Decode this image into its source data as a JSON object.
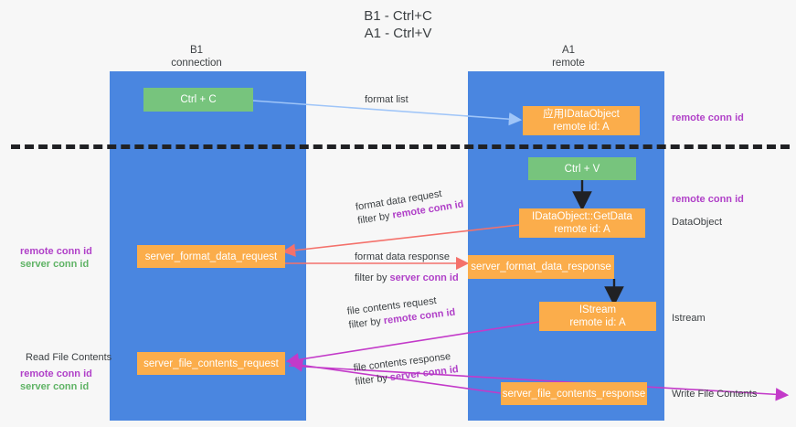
{
  "title": {
    "line1": "B1 - Ctrl+C",
    "line2": "A1 - Ctrl+V"
  },
  "columns": {
    "left": {
      "name": "B1",
      "role": "connection"
    },
    "right": {
      "name": "A1",
      "role": "remote"
    }
  },
  "colors": {
    "lane": "#4a86e0",
    "green_box": "#77c47d",
    "orange_box": "#fbad4b",
    "purple_text": "#b040c8",
    "green_text": "#5fb365",
    "divider": "#202124",
    "arrow_blue": "#9fc5f8",
    "arrow_red": "#f4716b",
    "arrow_magenta": "#c33ac9",
    "arrow_black": "#202124",
    "background": "#f7f7f7"
  },
  "nodes": {
    "ctrl_c": {
      "label": "Ctrl + C",
      "style": "green"
    },
    "idataobject": {
      "line1": "应用IDataObject",
      "line2": "remote id: A",
      "style": "orange"
    },
    "ctrl_v": {
      "label": "Ctrl + V",
      "style": "green"
    },
    "getdata": {
      "line1": "IDataObject::GetData",
      "line2": "remote id: A",
      "style": "orange"
    },
    "fmt_request": {
      "label": "server_format_data_request",
      "style": "orange"
    },
    "fmt_response": {
      "label": "server_format_data_response",
      "style": "orange"
    },
    "istream": {
      "line1": "IStream",
      "line2": "remote id: A",
      "style": "orange"
    },
    "file_request": {
      "label": "server_file_contents_request",
      "style": "orange"
    },
    "file_response": {
      "label": "server_file_contents_response",
      "style": "orange"
    }
  },
  "edges": [
    {
      "id": "format-list",
      "label": "format list",
      "filter_prefix": "",
      "filter_key": ""
    },
    {
      "id": "format-data-req",
      "label": "format data request",
      "filter_prefix": "filter by ",
      "filter_key": "remote conn id"
    },
    {
      "id": "format-data-resp",
      "label": "format data response",
      "filter_prefix": "filter by ",
      "filter_key": "server conn id"
    },
    {
      "id": "file-contents-req",
      "label": "file contents request",
      "filter_prefix": "filter by ",
      "filter_key": "remote conn id"
    },
    {
      "id": "file-contents-resp",
      "label": "file contents response",
      "filter_prefix": "filter by ",
      "filter_key": "server conn id"
    }
  ],
  "annotations": {
    "right_remote_conn_top": "remote conn id",
    "right_remote_conn_mid": "remote conn id",
    "right_dataobject": "DataObject",
    "right_istream": "Istream",
    "right_write_file": "Write File Contents",
    "left_remote_conn": "remote conn id",
    "left_server_conn": "server conn id",
    "left_read_file": "Read File Contents",
    "left_remote_conn2": "remote conn id",
    "left_server_conn2": "server conn id"
  }
}
